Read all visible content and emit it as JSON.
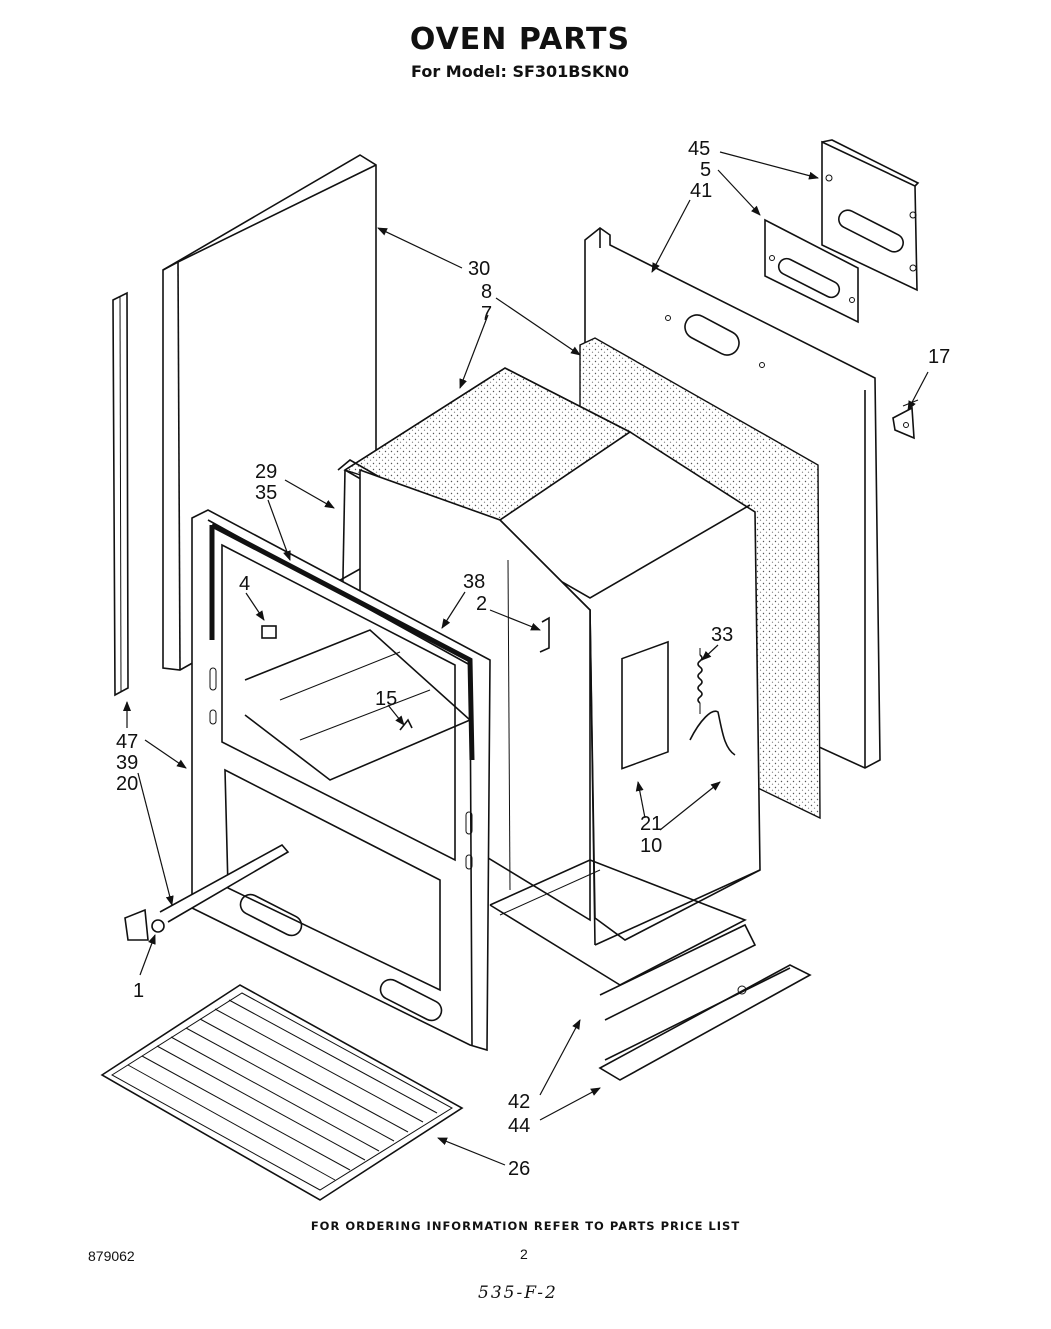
{
  "header": {
    "title": "OVEN PARTS",
    "subtitle": "For Model: SF301BSKN0"
  },
  "callouts": [
    "45",
    "5",
    "41",
    "30",
    "8",
    "7",
    "17",
    "29",
    "35",
    "4",
    "38",
    "2",
    "33",
    "15",
    "47",
    "39",
    "20",
    "21",
    "10",
    "1",
    "42",
    "44",
    "26"
  ],
  "footer": {
    "ordering_note": "FOR ORDERING INFORMATION REFER TO PARTS PRICE LIST",
    "doc_number": "879062",
    "page_number": "2",
    "handwritten_note": "535-F-2"
  }
}
